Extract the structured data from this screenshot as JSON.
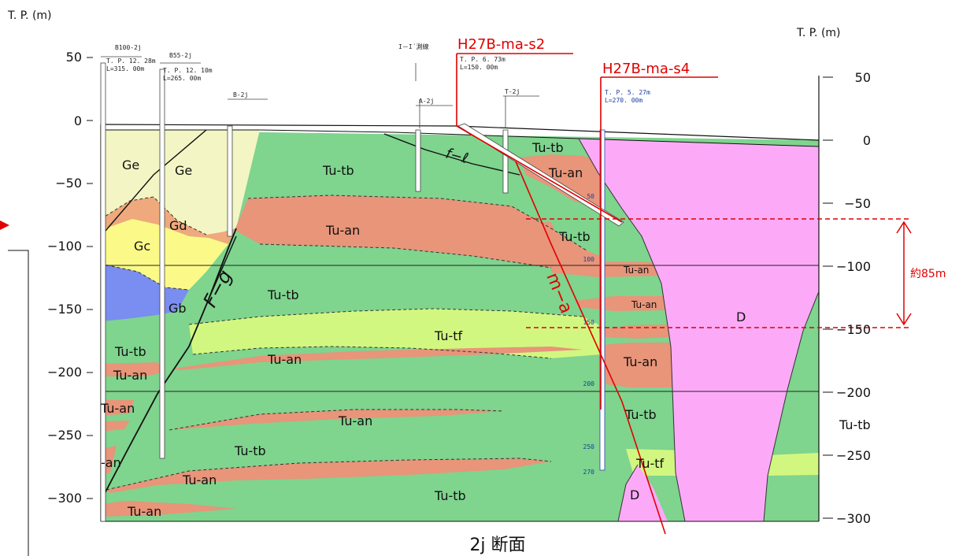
{
  "unit_left": "T. P. (m)",
  "unit_right": "T. P. (m)",
  "left_axis_ticks": [
    "50",
    "0",
    "−50",
    "−100",
    "−150",
    "−200",
    "−250",
    "−300"
  ],
  "right_axis_ticks": [
    "50",
    "0",
    "−50",
    "−100",
    "−150",
    "−200",
    "−250",
    "−300"
  ],
  "caption": "2j 断面",
  "survey_line": "I－I´測線",
  "boreholes": [
    {
      "id": "B100-2j",
      "tp": "T. P. 12. 28m",
      "length": "L=315. 00m"
    },
    {
      "id": "B55-2j",
      "tp": "T. P. 12. 10m",
      "length": "L=265. 00m"
    },
    {
      "id": "B-2j",
      "tp": "",
      "length": ""
    },
    {
      "id": "A-2j",
      "tp": "",
      "length": ""
    },
    {
      "id": "T-2j",
      "tp": "",
      "length": ""
    }
  ],
  "red_boreholes": [
    {
      "id": "H27B-ma-s2",
      "tp": "T. P. 6. 73m",
      "length": "L=150. 00m"
    },
    {
      "id": "H27B-ma-s4",
      "tp": "T. P. 5. 27m",
      "length": "L=270. 00m"
    }
  ],
  "faults": {
    "f_l": "f−ℓ",
    "f_g": "F−g",
    "m_a": "m−a"
  },
  "units": {
    "ge1": "Ge",
    "ge2": "Ge",
    "gd": "Gd",
    "gc": "Gc",
    "gb": "Gb",
    "tutb_top": "Tu-tb",
    "tuan_main": "Tu-an",
    "tutb_mid": "Tu-tb",
    "tutf_mid": "Tu-tf",
    "tuan_lower": "Tu-an",
    "tuan_deep": "Tu-an",
    "tutb_low": "Tu-tb",
    "tuan_bottom": "Tu-an",
    "tutb_bottom": "Tu-tb",
    "tutb_left": "Tu-tb",
    "tuan_left1": "Tu-an",
    "tuan_left2": "Tu-an",
    "an_left3": "-an",
    "tuan_left4": "Tu-an",
    "tutb_r1": "Tu-tb",
    "tuan_r1": "Tu-an",
    "tutb_r2": "Tu-tb",
    "tuan_r2": "Tu-an",
    "tuan_r3": "Tu-an",
    "tuan_r4": "Tu-an",
    "tutb_r3": "Tu-tb",
    "tutf_r": "Tu-tf",
    "d_main": "D",
    "d_low": "D",
    "tutb_outer": "Tu-tb"
  },
  "depth_ticks_s4": [
    "50",
    "100",
    "150",
    "200",
    "250",
    "270"
  ],
  "annotation": {
    "label": "約85m"
  },
  "colors": {
    "tu_tb": "#7fd48e",
    "tu_an": "#e8957a",
    "tu_tf": "#d2f780",
    "d": "#fcaaf8",
    "ge": "#f3f5c4",
    "gd": "#efa97c",
    "gc": "#fbfa88",
    "gb": "#7a8df0",
    "red": "#e00000"
  }
}
